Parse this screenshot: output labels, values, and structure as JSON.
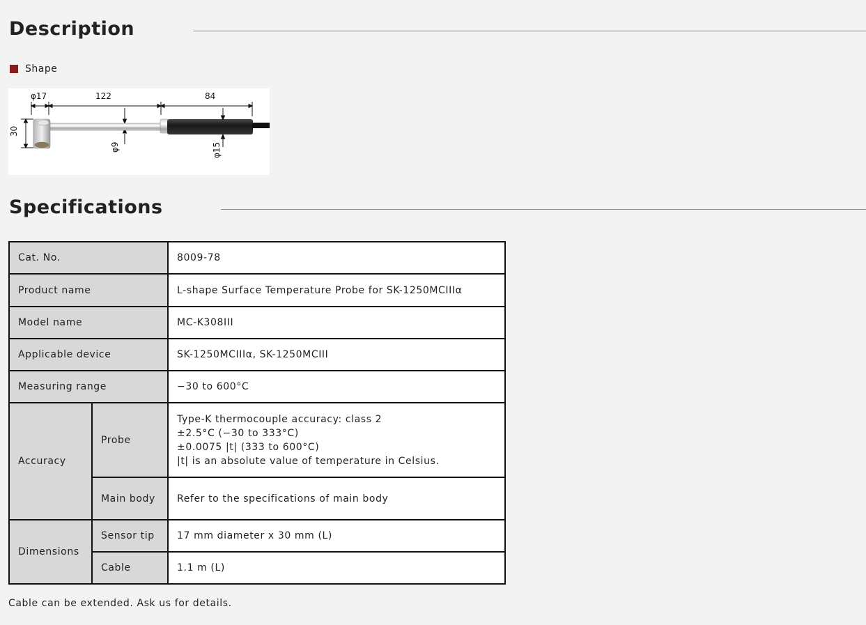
{
  "description": {
    "title": "Description",
    "shape_label": "Shape",
    "figure": {
      "dim_top_left": "φ17",
      "dim_top_mid": "122",
      "dim_top_right": "84",
      "dim_height": "30",
      "dim_shaft_dia": "φ9",
      "dim_grip_dia": "φ15"
    }
  },
  "specifications": {
    "title": "Specifications",
    "rows": {
      "cat_no": {
        "label": "Cat. No.",
        "value": "8009-78"
      },
      "product_name": {
        "label": "Product name",
        "value": "L-shape Surface Temperature Probe for SK-1250MCIIIα"
      },
      "model_name": {
        "label": "Model name",
        "value": "MC-K308III"
      },
      "applicable_device": {
        "label": "Applicable device",
        "value": "SK-1250MCIIIα, SK-1250MCIII"
      },
      "measuring_range": {
        "label": "Measuring range",
        "value": "−30 to 600°C"
      },
      "accuracy": {
        "label": "Accuracy",
        "probe": {
          "label": "Probe",
          "lines": [
            "Type-K thermocouple accuracy: class 2",
            "±2.5°C (−30 to 333°C)",
            "±0.0075 |t| (333 to 600°C)",
            "|t| is an absolute value of temperature in Celsius."
          ]
        },
        "main_body": {
          "label": "Main body",
          "value": "Refer to the specifications of main body"
        }
      },
      "dimensions": {
        "label": "Dimensions",
        "sensor_tip": {
          "label": "Sensor tip",
          "value": "17 mm diameter x 30 mm (L)"
        },
        "cable": {
          "label": "Cable",
          "value": "1.1 m (L)"
        }
      }
    }
  },
  "footnote": "Cable can be extended. Ask us for details."
}
